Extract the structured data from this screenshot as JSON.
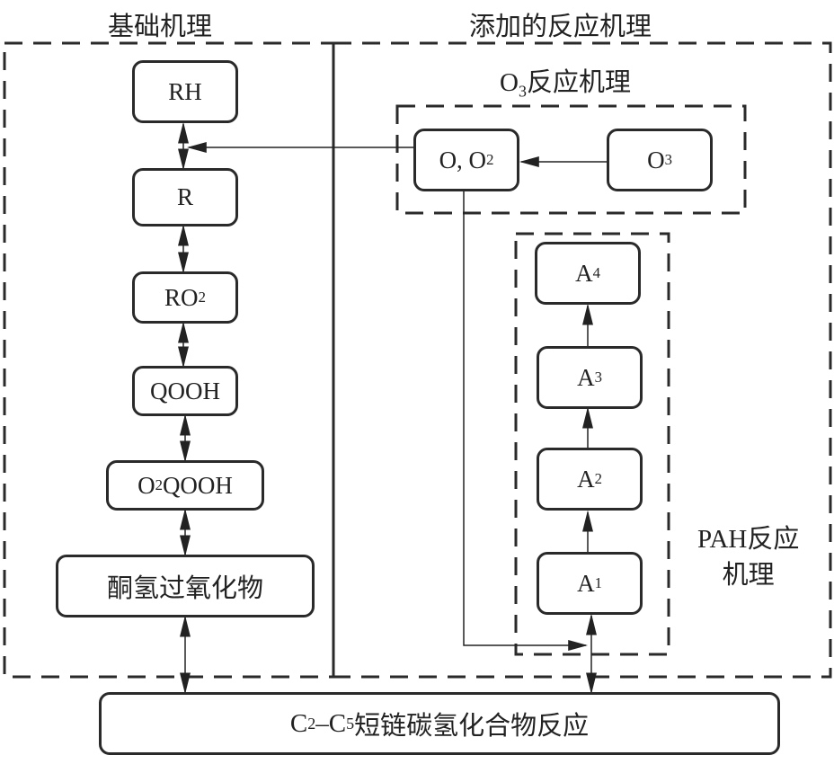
{
  "titles": {
    "basic_mechanism": "基础机理",
    "added_mechanism": "添加的反应机理",
    "o3_mechanism_prefix": "O",
    "o3_mechanism_sub": "3",
    "o3_mechanism_suffix": "反应机理",
    "pah_mechanism_line1": "PAH反应",
    "pah_mechanism_line2": "机理"
  },
  "basic_chain": [
    {
      "id": "RH",
      "text": "RH",
      "sub": "",
      "after": ""
    },
    {
      "id": "R",
      "text": "R",
      "sub": "",
      "after": ""
    },
    {
      "id": "RO2",
      "text": "RO",
      "sub": "2",
      "after": ""
    },
    {
      "id": "QOOH",
      "text": "QOOH",
      "sub": "",
      "after": ""
    },
    {
      "id": "O2QOOH",
      "text": "O",
      "sub": "2",
      "after": "QOOH"
    },
    {
      "id": "ketohydroperoxide",
      "text": "酮氢过氧化物",
      "sub": "",
      "after": ""
    }
  ],
  "o3_nodes": {
    "o_o2": {
      "text": "O, O",
      "sub": "2"
    },
    "o3": {
      "text": "O",
      "sub": "3"
    }
  },
  "pah_nodes": [
    {
      "id": "A4",
      "text": "A",
      "sub": "4"
    },
    {
      "id": "A3",
      "text": "A",
      "sub": "3"
    },
    {
      "id": "A2",
      "text": "A",
      "sub": "2"
    },
    {
      "id": "A1",
      "text": "A",
      "sub": "1"
    }
  ],
  "bottom_node": {
    "c_prefix": "C",
    "c_sub1": "2",
    "dash": "–C",
    "c_sub2": "5",
    "rest": "短链碳氢化合物反应"
  },
  "edges": [
    {
      "from": "RH",
      "to": "R",
      "type": "bidirectional"
    },
    {
      "from": "R",
      "to": "RO2",
      "type": "bidirectional"
    },
    {
      "from": "RO2",
      "to": "QOOH",
      "type": "bidirectional"
    },
    {
      "from": "QOOH",
      "to": "O2QOOH",
      "type": "bidirectional"
    },
    {
      "from": "O2QOOH",
      "to": "ketohydroperoxide",
      "type": "bidirectional"
    },
    {
      "from": "ketohydroperoxide",
      "to": "C2-C5",
      "type": "bidirectional"
    },
    {
      "from": "O3",
      "to": "O, O2",
      "type": "directed"
    },
    {
      "from": "O, O2",
      "to": "RH-R link",
      "type": "directed"
    },
    {
      "from": "O, O2",
      "to": "A1-C2C5 link",
      "type": "directed"
    },
    {
      "from": "A1",
      "to": "A2",
      "type": "directed"
    },
    {
      "from": "A2",
      "to": "A3",
      "type": "directed"
    },
    {
      "from": "A3",
      "to": "A4",
      "type": "directed"
    },
    {
      "from": "A1",
      "to": "C2-C5",
      "type": "bidirectional"
    }
  ]
}
